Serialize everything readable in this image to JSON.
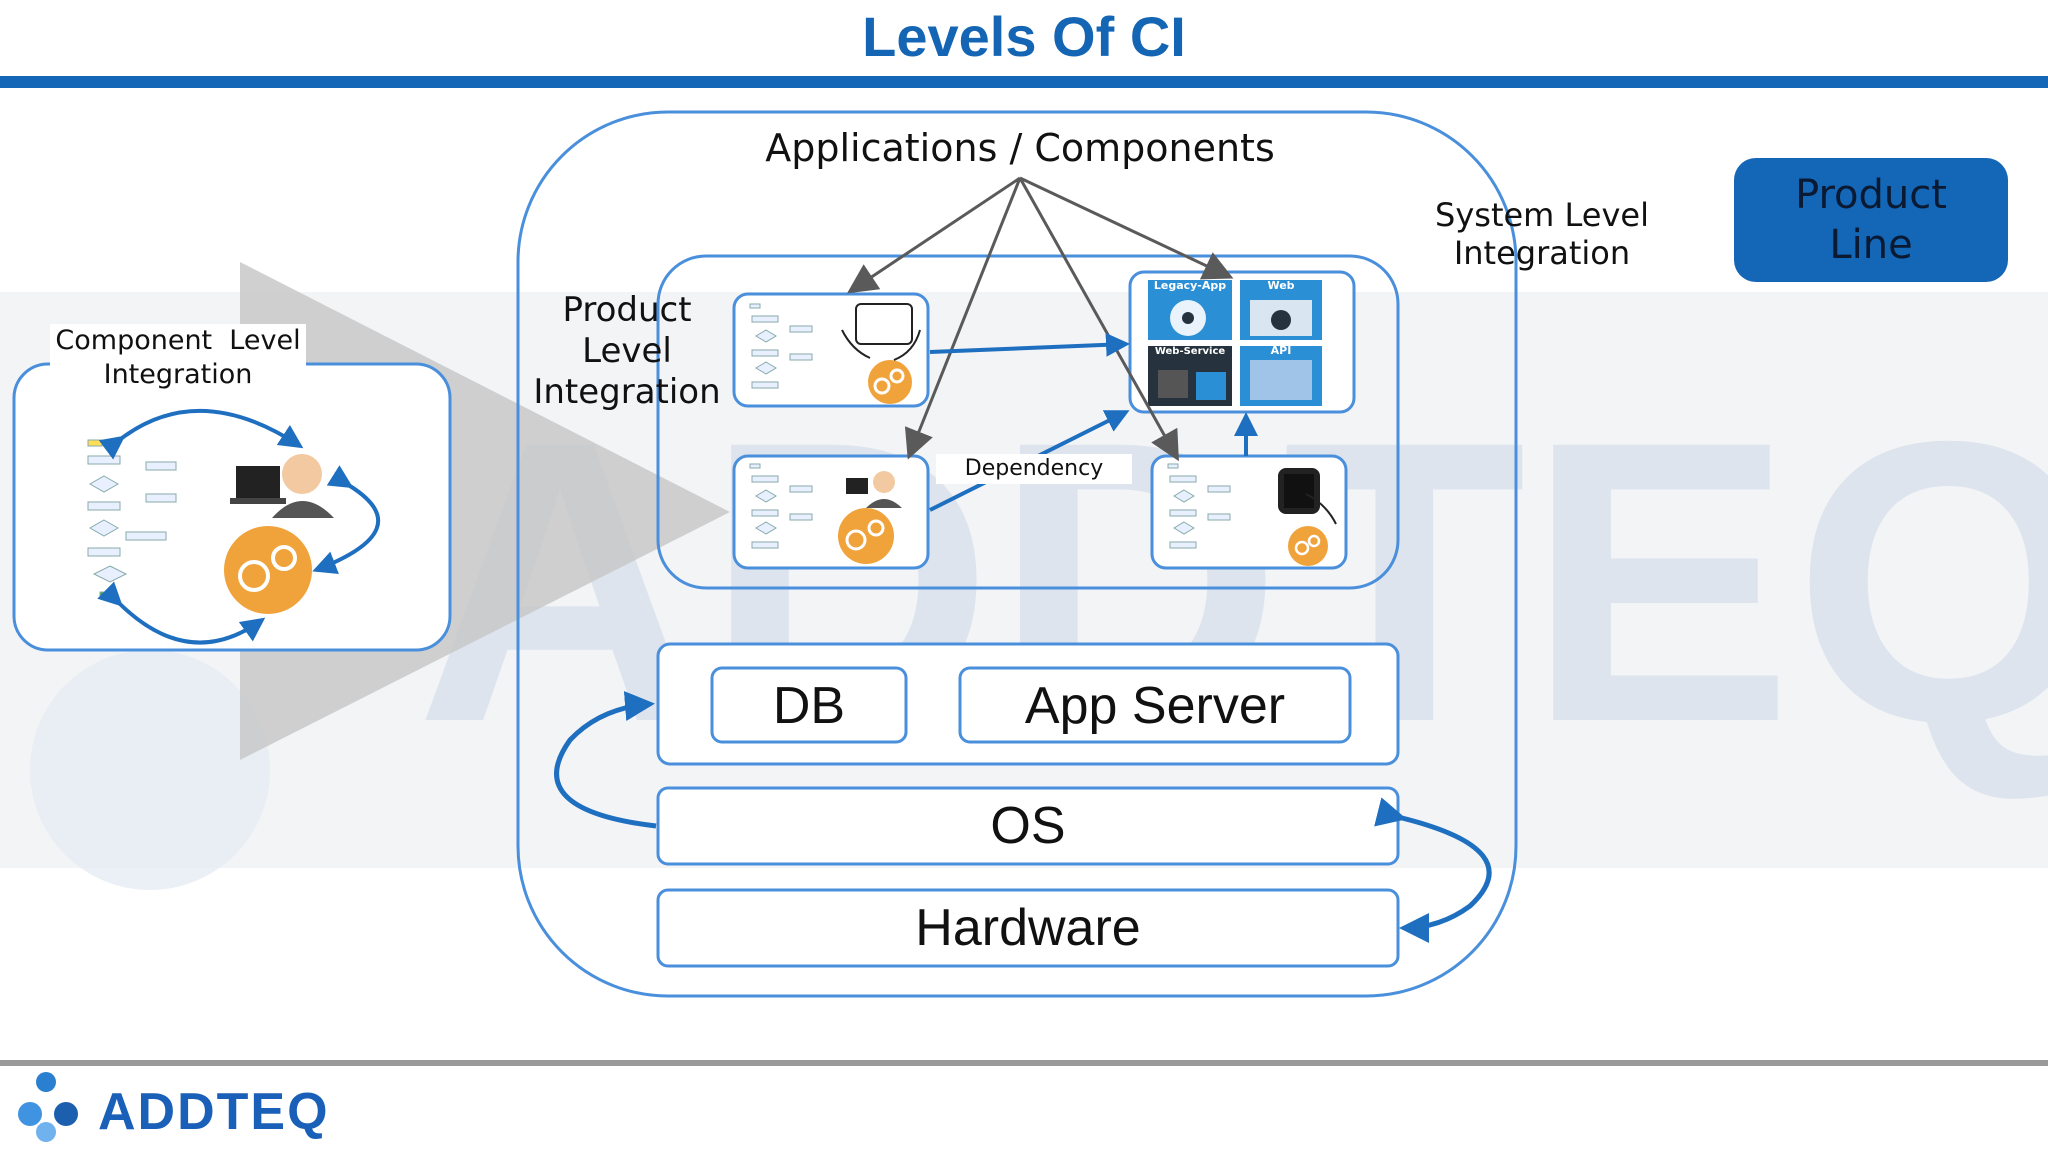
{
  "slide": {
    "title": "Levels Of CI",
    "colors": {
      "accent": "#1466b7",
      "outline": "#4a8fdc",
      "footer_rule": "#9a9a9a"
    }
  },
  "diagram": {
    "applications_label": "Applications / Components",
    "system_level_label_line1": "System Level",
    "system_level_label_line2": "Integration",
    "product_level_label_line1": "Product",
    "product_level_label_line2": "Level",
    "product_level_label_line3": "Integration",
    "component_level_label_line1": "Component  Level",
    "component_level_label_line2": "Integration",
    "dependency_label": "Dependency",
    "legacy_app_label": "Legacy-App",
    "web_label": "Web",
    "web_service_label": "Web-Service",
    "api_label": "API",
    "db_label": "DB",
    "app_server_label": "App Server",
    "os_label": "OS",
    "hardware_label": "Hardware"
  },
  "product_line_button": {
    "line1": "Product",
    "line2": "Line"
  },
  "footer": {
    "logo_text": "ADDTEQ",
    "watermark_text": "ADDTEQ"
  }
}
